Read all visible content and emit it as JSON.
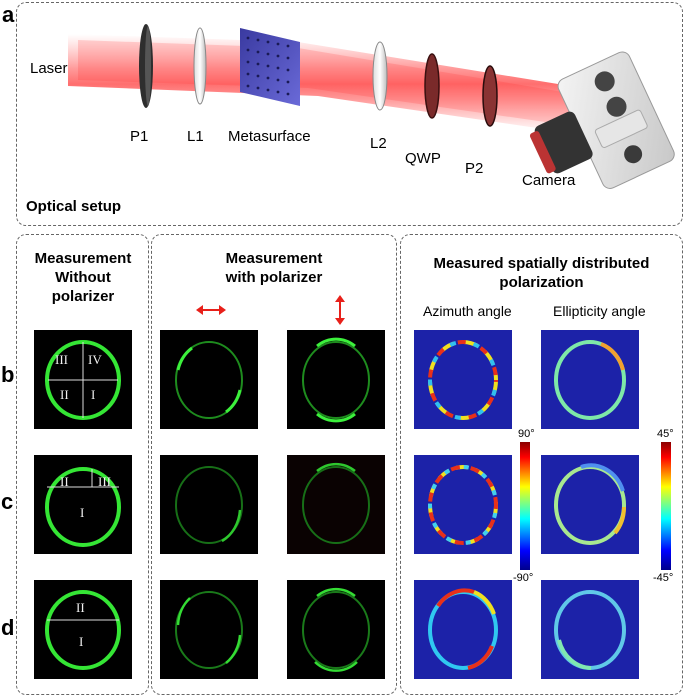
{
  "panel_a": {
    "label": "a",
    "setup_title": "Optical setup",
    "components": {
      "laser": "Laser",
      "p1": "P1",
      "l1": "L1",
      "metasurface": "Metasurface",
      "l2": "L2",
      "qwp": "QWP",
      "p2": "P2",
      "camera": "Camera"
    }
  },
  "rows": {
    "b": "b",
    "c": "c",
    "d": "d"
  },
  "columns": {
    "without": {
      "line1": "Measurement",
      "line2": "Without",
      "line3": "polarizer"
    },
    "with": {
      "line1": "Measurement",
      "line2": "with polarizer"
    },
    "spatial": {
      "line1": "Measured spatially distributed",
      "line2": "polarization",
      "azimuth": "Azimuth angle",
      "ellipticity": "Ellipticity angle"
    }
  },
  "quadrants": {
    "b": [
      "III",
      "IV",
      "II",
      "I"
    ],
    "c": [
      "II",
      "III",
      "I"
    ],
    "d": [
      "II",
      "I"
    ]
  },
  "colorbars": {
    "azimuth": {
      "max": "90°",
      "min": "-90°"
    },
    "ellipticity": {
      "max": "45°",
      "min": "-45°"
    }
  },
  "colors": {
    "arrow": "#e8201a",
    "ring": "#2ee82e",
    "field": "#1c22a8"
  }
}
